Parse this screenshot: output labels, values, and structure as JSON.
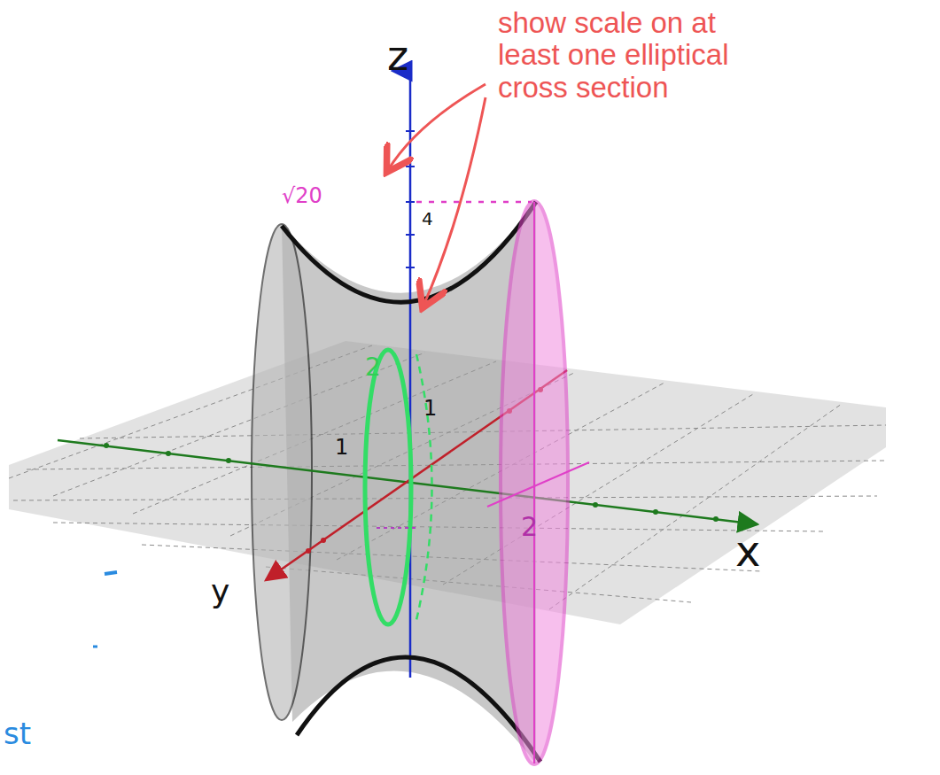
{
  "diagram": {
    "labels": [
      "z",
      "show scale on at least one elliptical cross section",
      "√20",
      "4",
      "2",
      "x",
      "y",
      "2",
      "1",
      "1",
      "st"
    ]
  }
}
